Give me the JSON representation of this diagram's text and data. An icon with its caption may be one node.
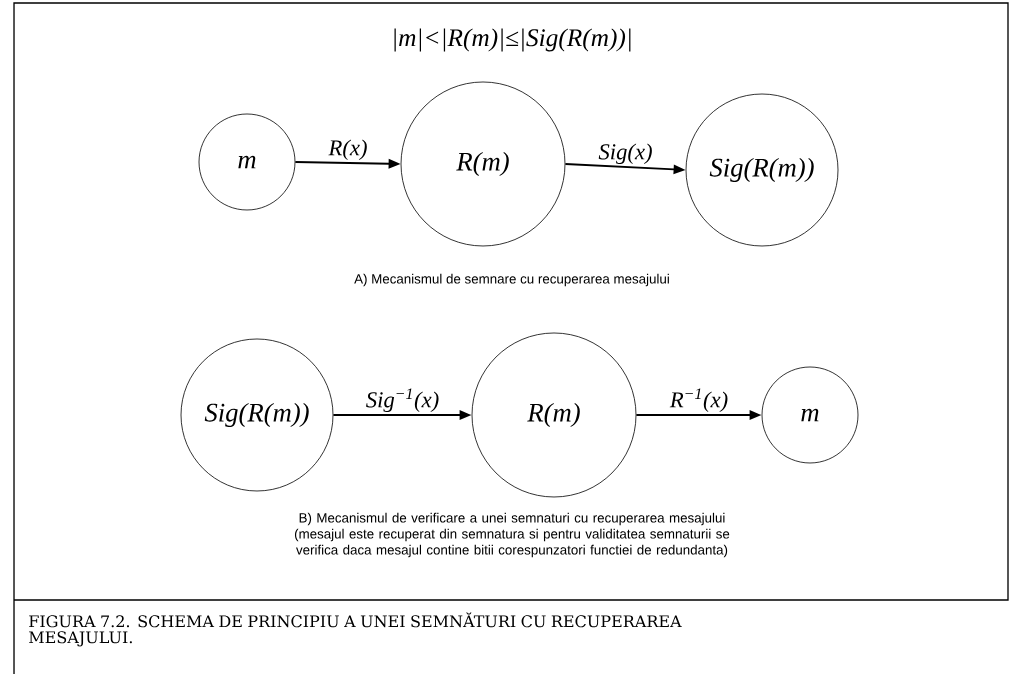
{
  "diagram": {
    "caption": "FIGURA 7.2. SCHEMA DE PRINCIPIU A UNEI SEMNĂTURI CU RECUPERAREA MESAJULUI.",
    "nodes": [
      {
        "text": [
          "m"
        ]
      },
      {
        "text": [
          "R(m)"
        ]
      },
      {
        "text": [
          "Sig(R(m))"
        ]
      },
      {
        "text": [
          "Sig(R(m))"
        ]
      },
      {
        "text": [
          "R(m)"
        ]
      },
      {
        "text": [
          "m"
        ]
      }
    ],
    "edges": [
      {
        "from": 0,
        "to": 1,
        "arrow": "to",
        "label": "R(x)"
      },
      {
        "from": 1,
        "to": 2,
        "arrow": "to",
        "label": "Sig(x)"
      },
      {
        "from": 3,
        "to": 4,
        "arrow": "to",
        "label": "Sig$^{−1}$(x)"
      },
      {
        "from": 4,
        "to": 5,
        "arrow": "to",
        "label": "R$^{−1}$(x)"
      }
    ],
    "labels": [
      "|m|<|R(m)|≤|Sig(R(m))|",
      "A) Mecanismul de semnare cu recuperarea mesajului",
      "B) Mecanismul de verificare a unei semnaturi cu recuperarea mesajului (mesajul este recuperat din semnatura si pentru validitatea semnaturii se verifica daca mesajul contine bitii corespunzatori functiei de redundanta)"
    ]
  }
}
